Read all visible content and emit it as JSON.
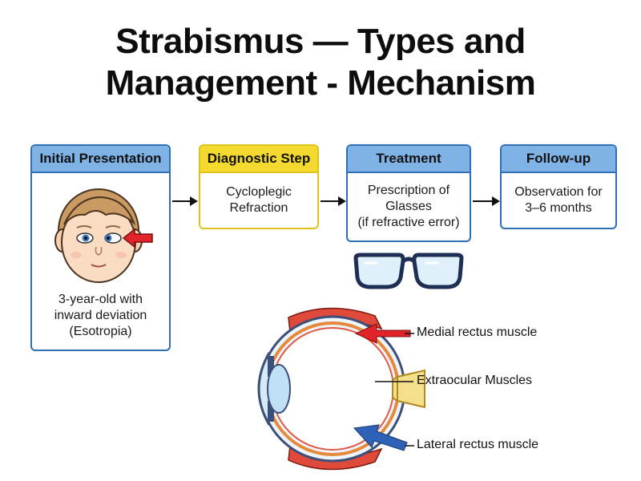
{
  "title": {
    "line1": "Strabismus — Types and",
    "line2": "Management - Mechanism"
  },
  "steps": {
    "initial": {
      "header": "Initial Presentation",
      "line1": "3-year-old with",
      "line2": "inward deviation",
      "line3": "(Esotropia)"
    },
    "diagnostic": {
      "header": "Diagnostic Step",
      "line1": "Cycloplegic",
      "line2": "Refraction"
    },
    "treatment": {
      "header": "Treatment",
      "line1": "Prescription of",
      "line2": "Glasses",
      "line3": "(if refractive error)"
    },
    "followup": {
      "header": "Follow-up",
      "line1": "Observation for",
      "line2": "3–6 months"
    }
  },
  "eye_labels": {
    "medial": "Medial rectus muscle",
    "extraocular": "Extraocular Muscles",
    "lateral": "Lateral rectus muscle"
  },
  "colors": {
    "step_header_blue": "#7fb2e5",
    "step_header_yellow": "#f4d92e",
    "medial_arrow": "#e0242a",
    "lateral_arrow": "#2d62b8"
  },
  "icons": [
    "child-face-icon",
    "eyeglasses-icon",
    "eye-cross-section-icon"
  ]
}
